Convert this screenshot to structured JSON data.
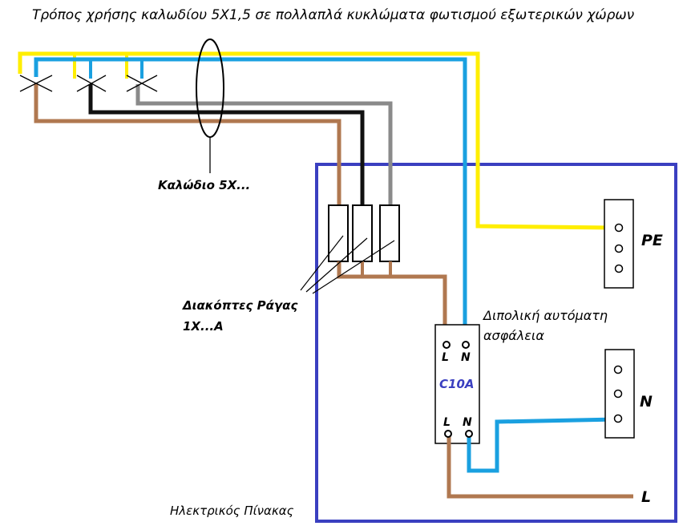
{
  "title": "Τρόπος χρήσης καλωδίου 5X1,5 σε πολλαπλά κυκλώματα φωτισμού εξωτερικών χώρων",
  "labels": {
    "cable": "Καλώδιο 5X...",
    "rail_switches_line1": "Διακόπτες Ράγας",
    "rail_switches_line2": "1X...A",
    "breaker_line1": "Διπολική αυτόματη",
    "breaker_line2": "ασφάλεια",
    "breaker_rating": "C10A",
    "breaker_top_L": "L",
    "breaker_top_N": "N",
    "breaker_bottom_L": "L",
    "breaker_bottom_N": "N",
    "terminal_pe": "PE",
    "terminal_n": "N",
    "line_l": "L",
    "panel": "Ηλεκτρικός Πίνακας"
  },
  "colors": {
    "earth_yellow": "#ffee00",
    "neutral_blue": "#1aa0e0",
    "phase_brown": "#b07850",
    "phase_black": "#111111",
    "phase_grey": "#8a8a8a",
    "panel_border": "#3a3fc0",
    "rating_text": "#3a3fc0"
  }
}
